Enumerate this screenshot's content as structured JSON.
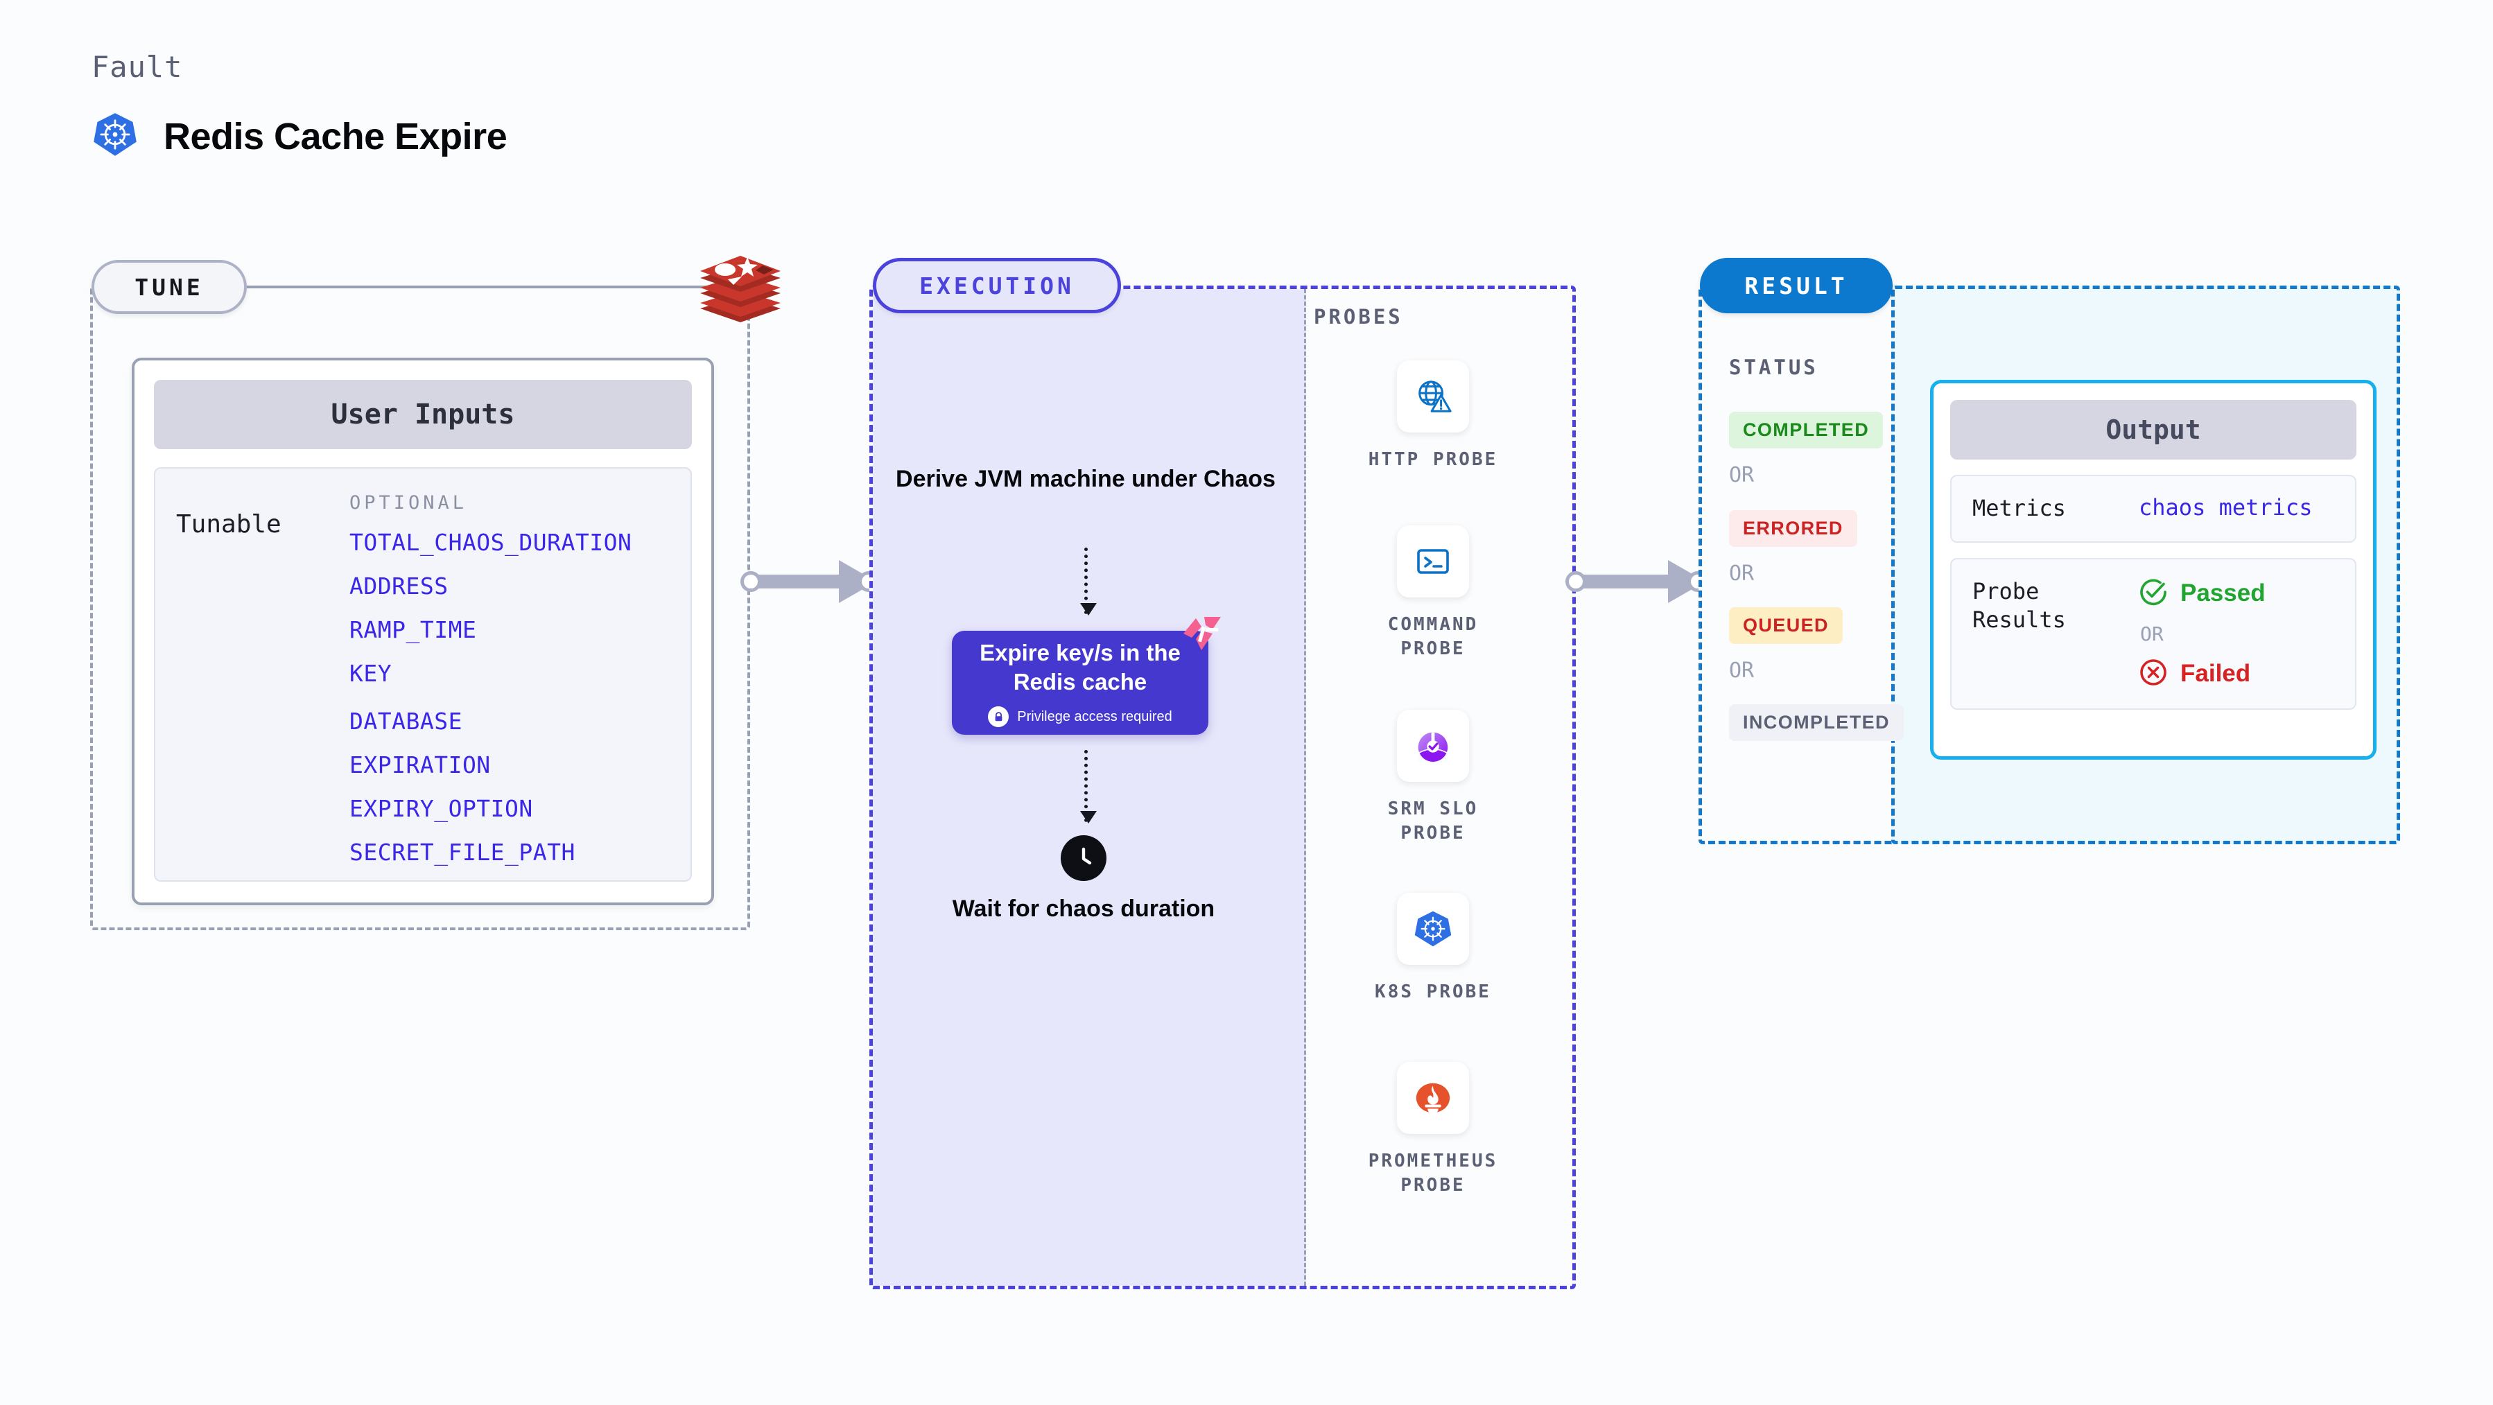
{
  "header": {
    "eyebrow": "Fault",
    "title": "Redis Cache Expire",
    "icon": "kubernetes-logo"
  },
  "tune": {
    "pill_label": "TUNE",
    "source_icon": "redis-logo",
    "card_title": "User Inputs",
    "tunable_label": "Tunable",
    "optional_label": "OPTIONAL",
    "params": [
      "TOTAL_CHAOS_DURATION",
      "ADDRESS",
      "RAMP_TIME",
      "KEY",
      "DATABASE",
      "EXPIRATION",
      "EXPIRY_OPTION",
      "SECRET_FILE_PATH"
    ]
  },
  "execution": {
    "pill_label": "EXECUTION",
    "step_1": "Derive JVM machine under Chaos",
    "action_title": "Expire key/s in the Redis cache",
    "action_note": "Privilege access required",
    "action_note_icon": "lock-icon",
    "corner_icon": "harness-logo",
    "step_3_icon": "clock-icon",
    "step_3": "Wait for chaos duration"
  },
  "probes": {
    "section_label": "PROBES",
    "items": [
      {
        "label": "HTTP PROBE",
        "icon": "globe-warning-icon"
      },
      {
        "label": "COMMAND PROBE",
        "icon": "terminal-icon"
      },
      {
        "label": "SRM SLO PROBE",
        "icon": "srm-slo-icon"
      },
      {
        "label": "K8S PROBE",
        "icon": "kubernetes-icon"
      },
      {
        "label": "PROMETHEUS PROBE",
        "icon": "prometheus-icon"
      }
    ]
  },
  "result": {
    "pill_label": "RESULT",
    "status_label": "STATUS",
    "or_label": "OR",
    "statuses": [
      {
        "label": "COMPLETED",
        "bg": "#ddf5dd",
        "fg": "#1a8a1a"
      },
      {
        "label": "ERRORED",
        "bg": "#fdeaea",
        "fg": "#cc2222"
      },
      {
        "label": "QUEUED",
        "bg": "#fdeec4",
        "fg": "#cc2222"
      },
      {
        "label": "INCOMPLETED",
        "bg": "#f0f1f6",
        "fg": "#5b6074"
      }
    ],
    "output": {
      "title": "Output",
      "metrics_label": "Metrics",
      "metrics_value": "chaos metrics",
      "probe_results_label": "Probe Results",
      "passed_label": "Passed",
      "passed_icon": "check-circle-icon",
      "failed_label": "Failed",
      "failed_icon": "x-circle-icon",
      "or_label": "OR"
    }
  },
  "colors": {
    "indigo": "#4c43dd",
    "blue": "#0d79ce",
    "cyan": "#18b0ec",
    "param_blue": "#3a26e8",
    "gray": "#9aa0b4"
  }
}
